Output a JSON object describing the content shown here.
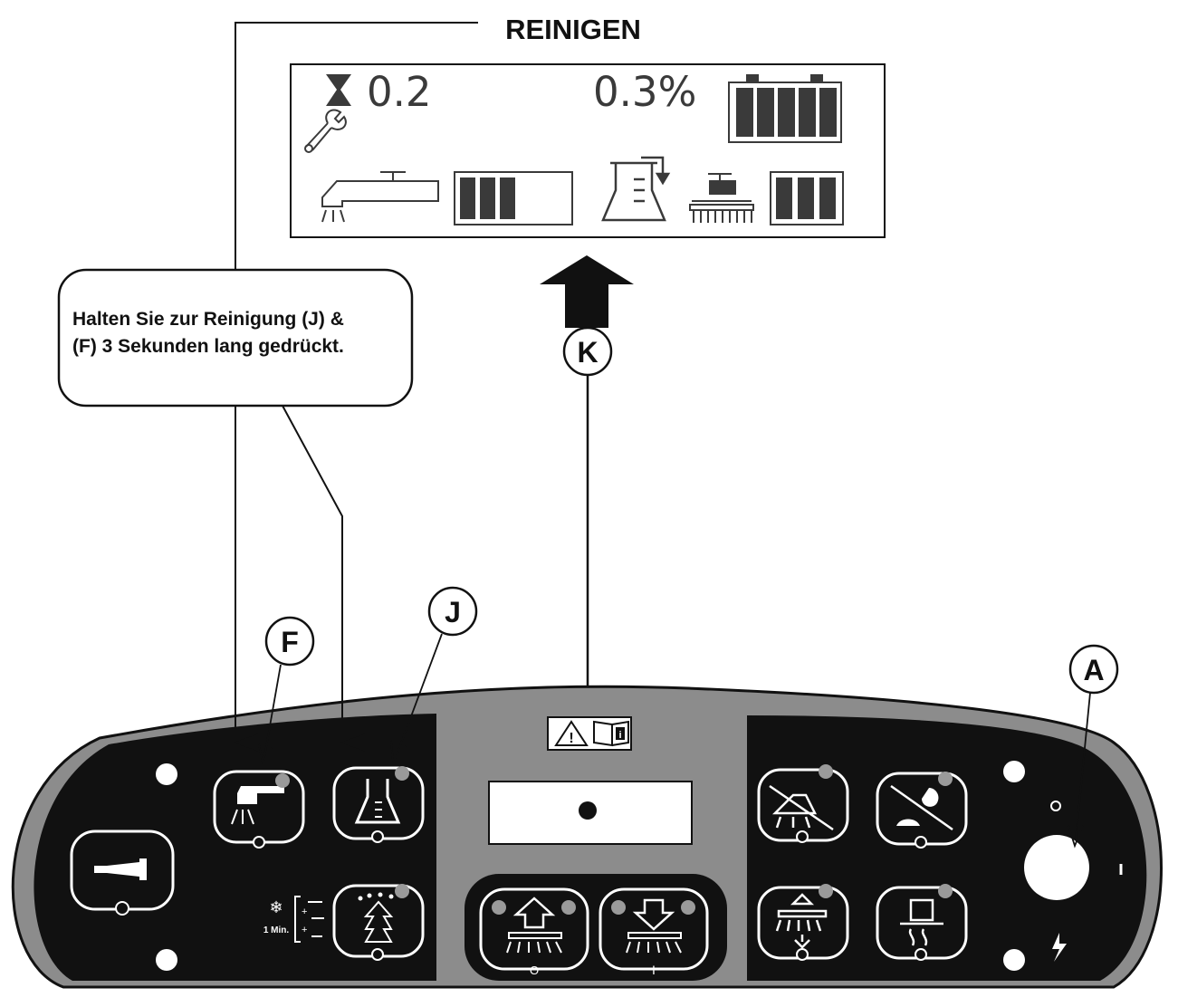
{
  "title": "REINIGEN",
  "display": {
    "hours": "0.2",
    "percent": "0.3%",
    "icons": [
      "hourglass-icon",
      "wrench-icon",
      "battery-icon",
      "spray-bar-icon",
      "detergent-flask-icon",
      "scrub-brush-icon"
    ],
    "battery_bars": 5,
    "water_level_bars": 3,
    "water_level_max": 5,
    "brush_pressure_bars": 3,
    "brush_pressure_max": 3
  },
  "callout": {
    "line1": "Halten Sie zur Reinigung (J) &",
    "line2": "(F) 3 Sekunden lang gedrückt."
  },
  "markers": {
    "k": "K",
    "f": "F",
    "j": "J",
    "a": "A"
  },
  "panel": {
    "mode_label": "1 Min.",
    "key_off": "O",
    "key_on": "I",
    "colors": {
      "panel_gray": "#8c8c8c",
      "panel_black": "#111111",
      "indicator_gray": "#9a9a9a"
    },
    "buttons": [
      "horn-button",
      "water-flow-button",
      "detergent-button",
      "cleaning-mode-button",
      "scrub-head-up-button",
      "scrub-head-down-button",
      "vacuum-off-button",
      "speed-button",
      "brush-pressure-button",
      "vacuum-fan-button"
    ]
  }
}
